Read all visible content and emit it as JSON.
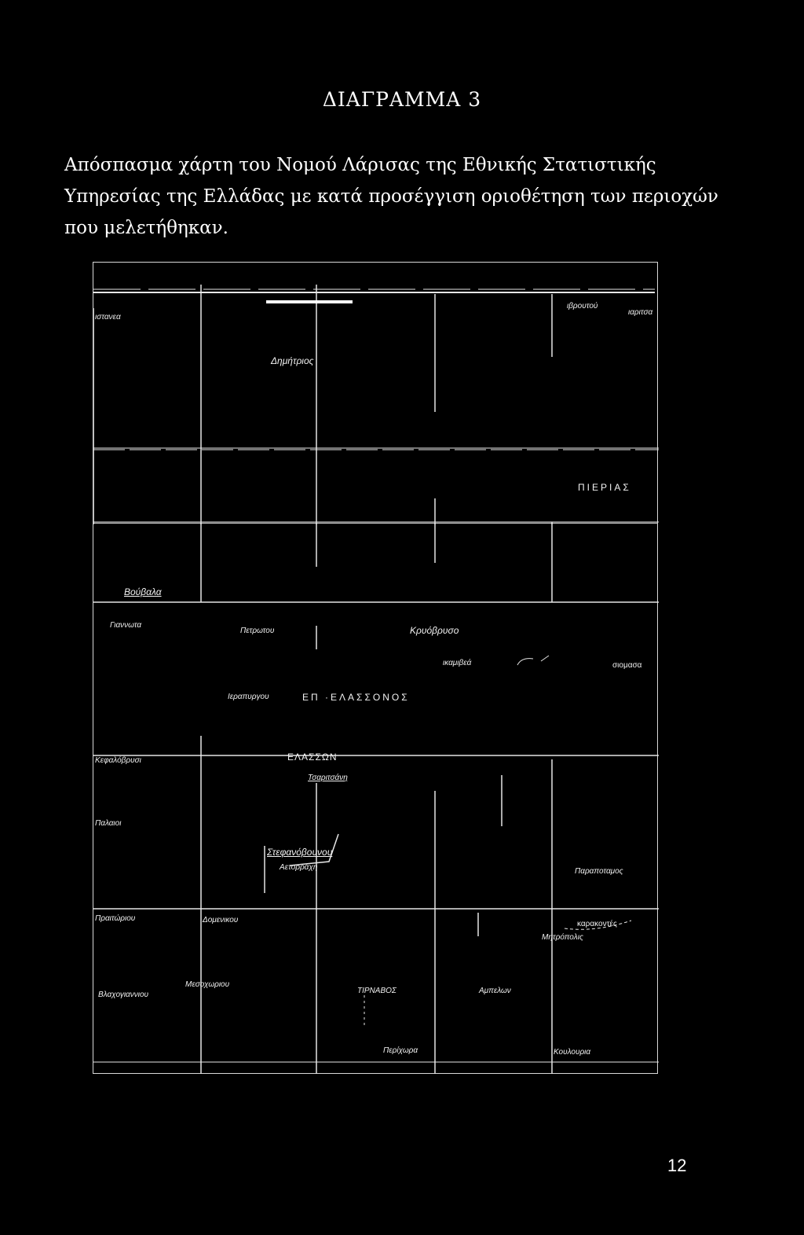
{
  "page": {
    "title": "ΔΙΑΓΡΑΜΜΑ 3",
    "caption": "Απόσπασμα χάρτη του Νομού Λάρισας της Εθνικής Στατιστικής Υπηρεσίας της Ελλάδας με κατά προσέγγιση οριοθέτηση των περιοχών που μελετήθηκαν.",
    "page_number": "12"
  },
  "map": {
    "place_labels": {
      "istanea": "ιστανεα",
      "ibroutou": "ιβρουτού",
      "karitsa": "ιαριτσα",
      "dimitrios": "Δημήτριος",
      "pierias": "ΠΙΕΡΙΑΣ",
      "voudala": "Βούβαλα",
      "giannota": "Γιαννωτα",
      "petroutou": "Πετρωτου",
      "krioneri": "Κρυόβρυσο",
      "ikamivea": "ικαμιβεά",
      "siomasa": "σιομασα",
      "ierapyrgou": "Ιεραπυργου",
      "ep_elassonos": "ΕΠ ·ΕΛΑΣΣΟΝΟΣ",
      "kefalovrysi": "Κεφαλόβρυσι",
      "elasson": "ΕΛΑΣΣΩΝ",
      "tsaritsani": "Τσαριτσάνη",
      "palaioi": "Παλαιοι",
      "stefanovouno": "Στεφανόβουνου",
      "aetorrachi": "Αετορράχη",
      "paraopotamos": "Παραποταμος",
      "praitoriou": "Πραιτώριου",
      "domenikou": "Δομενικου",
      "karakontes": "καρακοντές",
      "mitropolos": "Μητρόπολις",
      "vlachogiannio": "Βλαχογιαννιου",
      "mesochoriou": "Μεσοχωριου",
      "tirnavos": "ΤΙΡΝΑΒΟΣ",
      "ampelon": "Αμπελων",
      "perichora": "Περίχωρα",
      "koulouria": "Κουλουρια"
    }
  }
}
